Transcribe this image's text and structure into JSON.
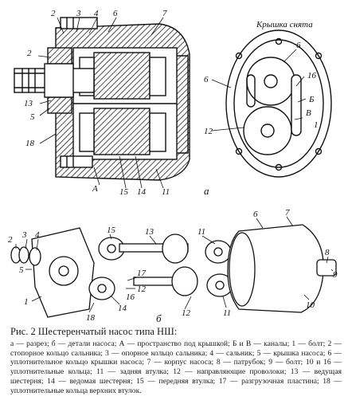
{
  "figure": {
    "labels_a": {
      "n2": "2",
      "n3": "3",
      "n4": "4",
      "n6": "6",
      "n7": "7",
      "n13": "13",
      "n5": "5",
      "n18": "18",
      "nA": "А",
      "n15": "15",
      "n14": "14",
      "n11": "11",
      "cover_label": "Крышка снята",
      "r6": "6",
      "r16": "16",
      "rB": "Б",
      "rV": "В",
      "r1": "1",
      "r12": "12",
      "r6b": "6"
    },
    "labels_b": {
      "n2": "2",
      "n3": "3",
      "n4": "4",
      "n5": "5",
      "n1": "1",
      "n15": "15",
      "n13": "13",
      "n11": "11",
      "n6": "6",
      "n7": "7",
      "n8": "8",
      "n9": "9",
      "n10": "10",
      "n17": "17",
      "n12": "12",
      "n14": "14",
      "n16": "16",
      "n18": "18",
      "n11b": "11",
      "n12b": "12"
    },
    "sub_a": "а",
    "sub_b": "б"
  },
  "caption": {
    "title": "Рис. 2  Шестеренчатый насос типа НШ:",
    "text": "а — разрез; б — детали насоса; А — пространство под крышкой; Б и В — каналы; 1 — болт; 2 — стопорное кольцо сальника; 3 — опорное кольцо сальника; 4 — сальник; 5 — крышка насоса; 6 — уплотнительное кольцо крышки насоса; 7 — корпус насоса; 8 — патрубок; 9 — болт; 10 и 16 — уплотнительные кольца; 11 — задняя втулка; 12 — направляющие проволоки; 13 — ведущая шестерня; 14 — ведомая шестерня; 15 — передняя втулка; 17 — разгрузочная пластина; 18 — уплотнительные кольца верхних втулок."
  }
}
